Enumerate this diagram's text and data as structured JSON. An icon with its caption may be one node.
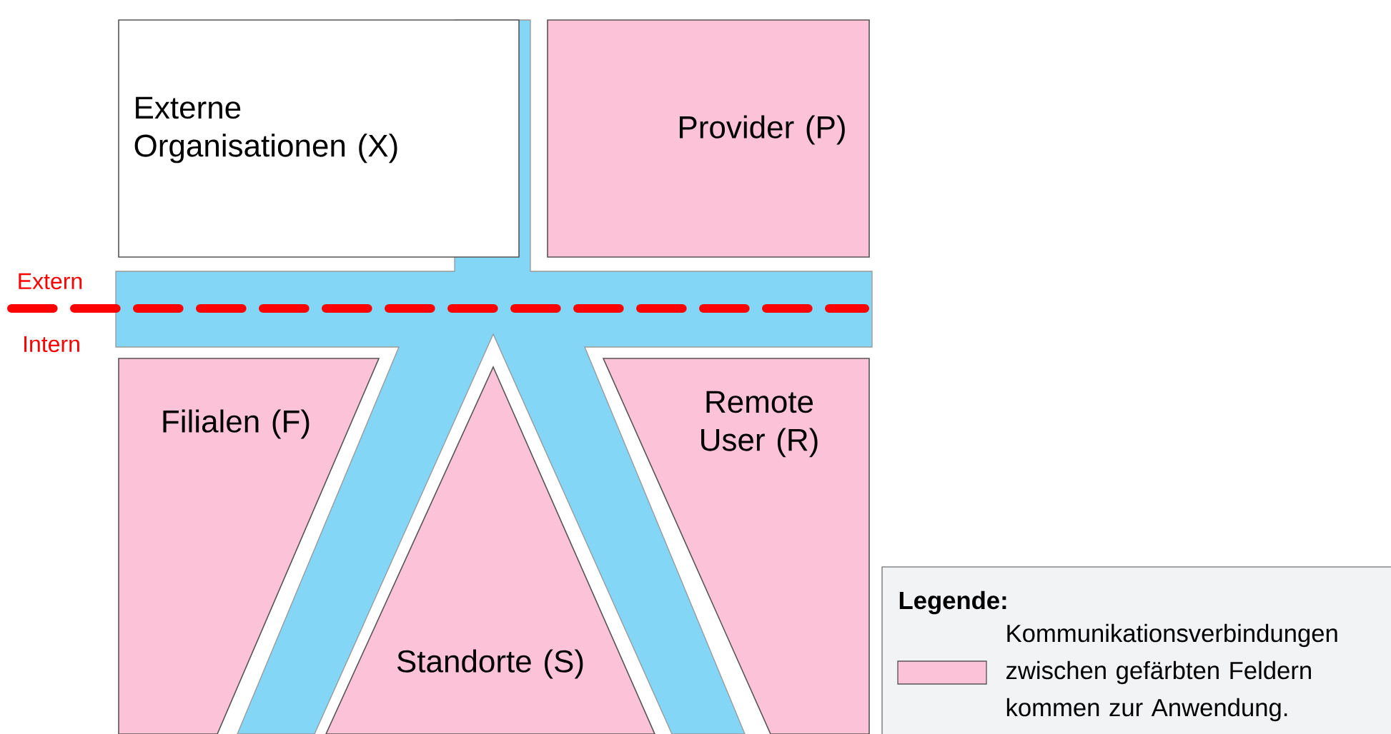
{
  "diagram": {
    "nodes": [
      {
        "text": [
          "Externe Organisationen (X)"
        ]
      },
      {
        "text": [
          "Provider (P)"
        ]
      },
      {
        "text": [
          "Filialen (F)"
        ]
      },
      {
        "text": [
          "Standorte (S)"
        ]
      },
      {
        "text": [
          "Remote User (R)"
        ]
      }
    ],
    "labels": [
      "Extern",
      "Intern",
      "Legende:"
    ],
    "legend": [
      {
        "text": "Kommunikationsverbindungen zwischen gefärbten Feldern kommen zur Anwendung.",
        "color": "#fcc2d8"
      }
    ]
  }
}
